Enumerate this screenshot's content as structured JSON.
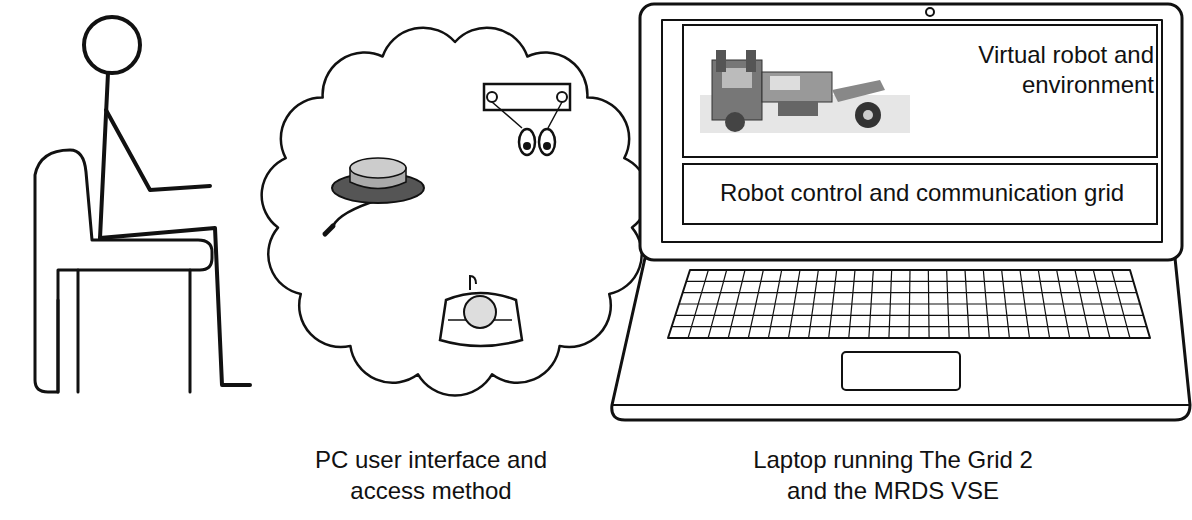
{
  "diagram": {
    "nodes": [
      {
        "text": [
          "Virtual robot and environment"
        ]
      },
      {
        "text": [
          "Robot control and communication grid"
        ]
      }
    ],
    "labels": [
      "PC user interface and access method",
      "Laptop running The Grid 2 and the MRDS VSE"
    ]
  }
}
